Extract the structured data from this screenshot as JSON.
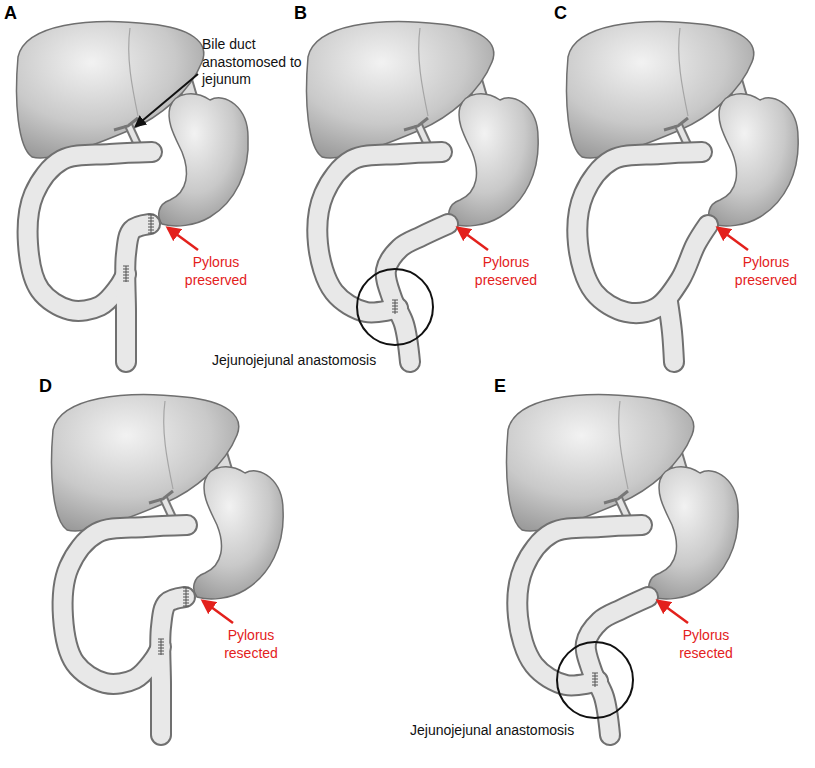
{
  "diagram": {
    "labels": [
      "A",
      "Bile duct anastomosed to jejunum",
      "Pylorus preserved",
      "B",
      "Pylorus preserved",
      "Jejunojejunal anastomosis",
      "C",
      "Pylorus preserved",
      "D",
      "Pylorus resected",
      "E",
      "Pylorus resected",
      "Jejunojejunal anastomosis"
    ]
  }
}
